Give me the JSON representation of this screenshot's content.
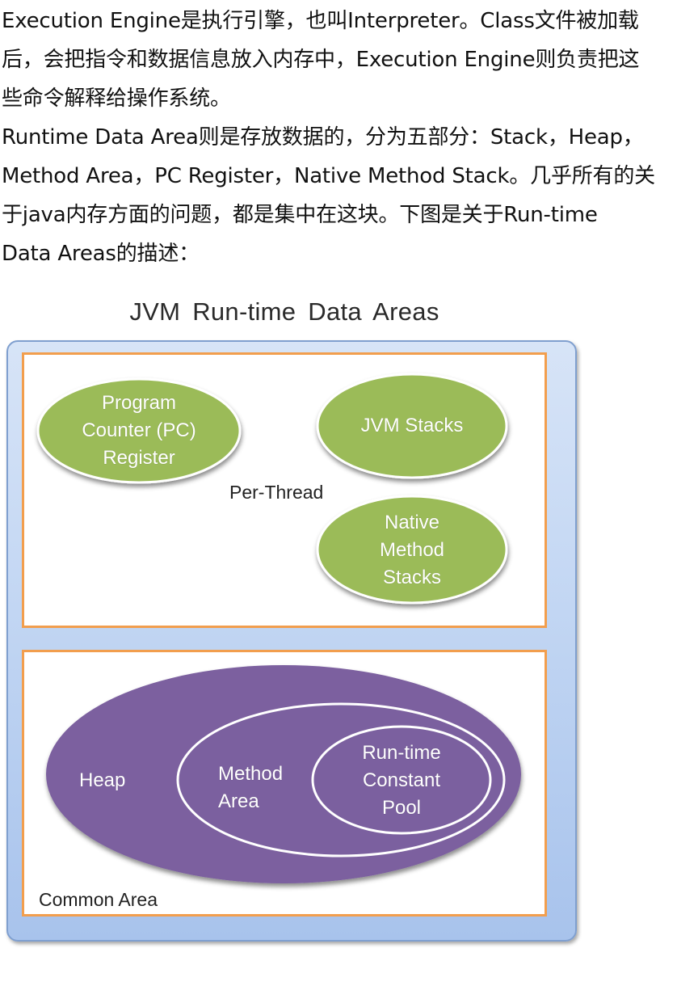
{
  "text": {
    "paragraph1": [
      "Execution Engine是执行引擎，也叫Interpreter。Class文件被加载",
      "后，会把指令和数据信息放入内存中，Execution Engine则负责把这",
      "些命令解释给操作系统。"
    ],
    "paragraph2": [
      "Runtime Data Area则是存放数据的，分为五部分：Stack，Heap，",
      "Method Area，PC Register，Native Method Stack。几乎所有的关",
      "于java内存方面的问题，都是集中在这块。下图是关于Run-time",
      "Data Areas的描述："
    ]
  },
  "diagram": {
    "title": "JVM Run-time  Data Areas",
    "per_thread": {
      "label": "Per-Thread",
      "pc_register": [
        "Program",
        "Counter (PC)",
        "Register"
      ],
      "jvm_stacks": [
        "JVM Stacks"
      ],
      "native_method_stacks": [
        "Native",
        "Method",
        "Stacks"
      ]
    },
    "common": {
      "label": "Common Area",
      "heap": [
        "Heap"
      ],
      "method_area": [
        "Method",
        "Area"
      ],
      "constant_pool": [
        "Run-time",
        "Constant",
        "Pool"
      ]
    },
    "colors": {
      "green": "#9bbb59",
      "purple": "#7b609f",
      "orange_border": "#f29e4d",
      "blue_panel": "#c2d6f3"
    }
  }
}
